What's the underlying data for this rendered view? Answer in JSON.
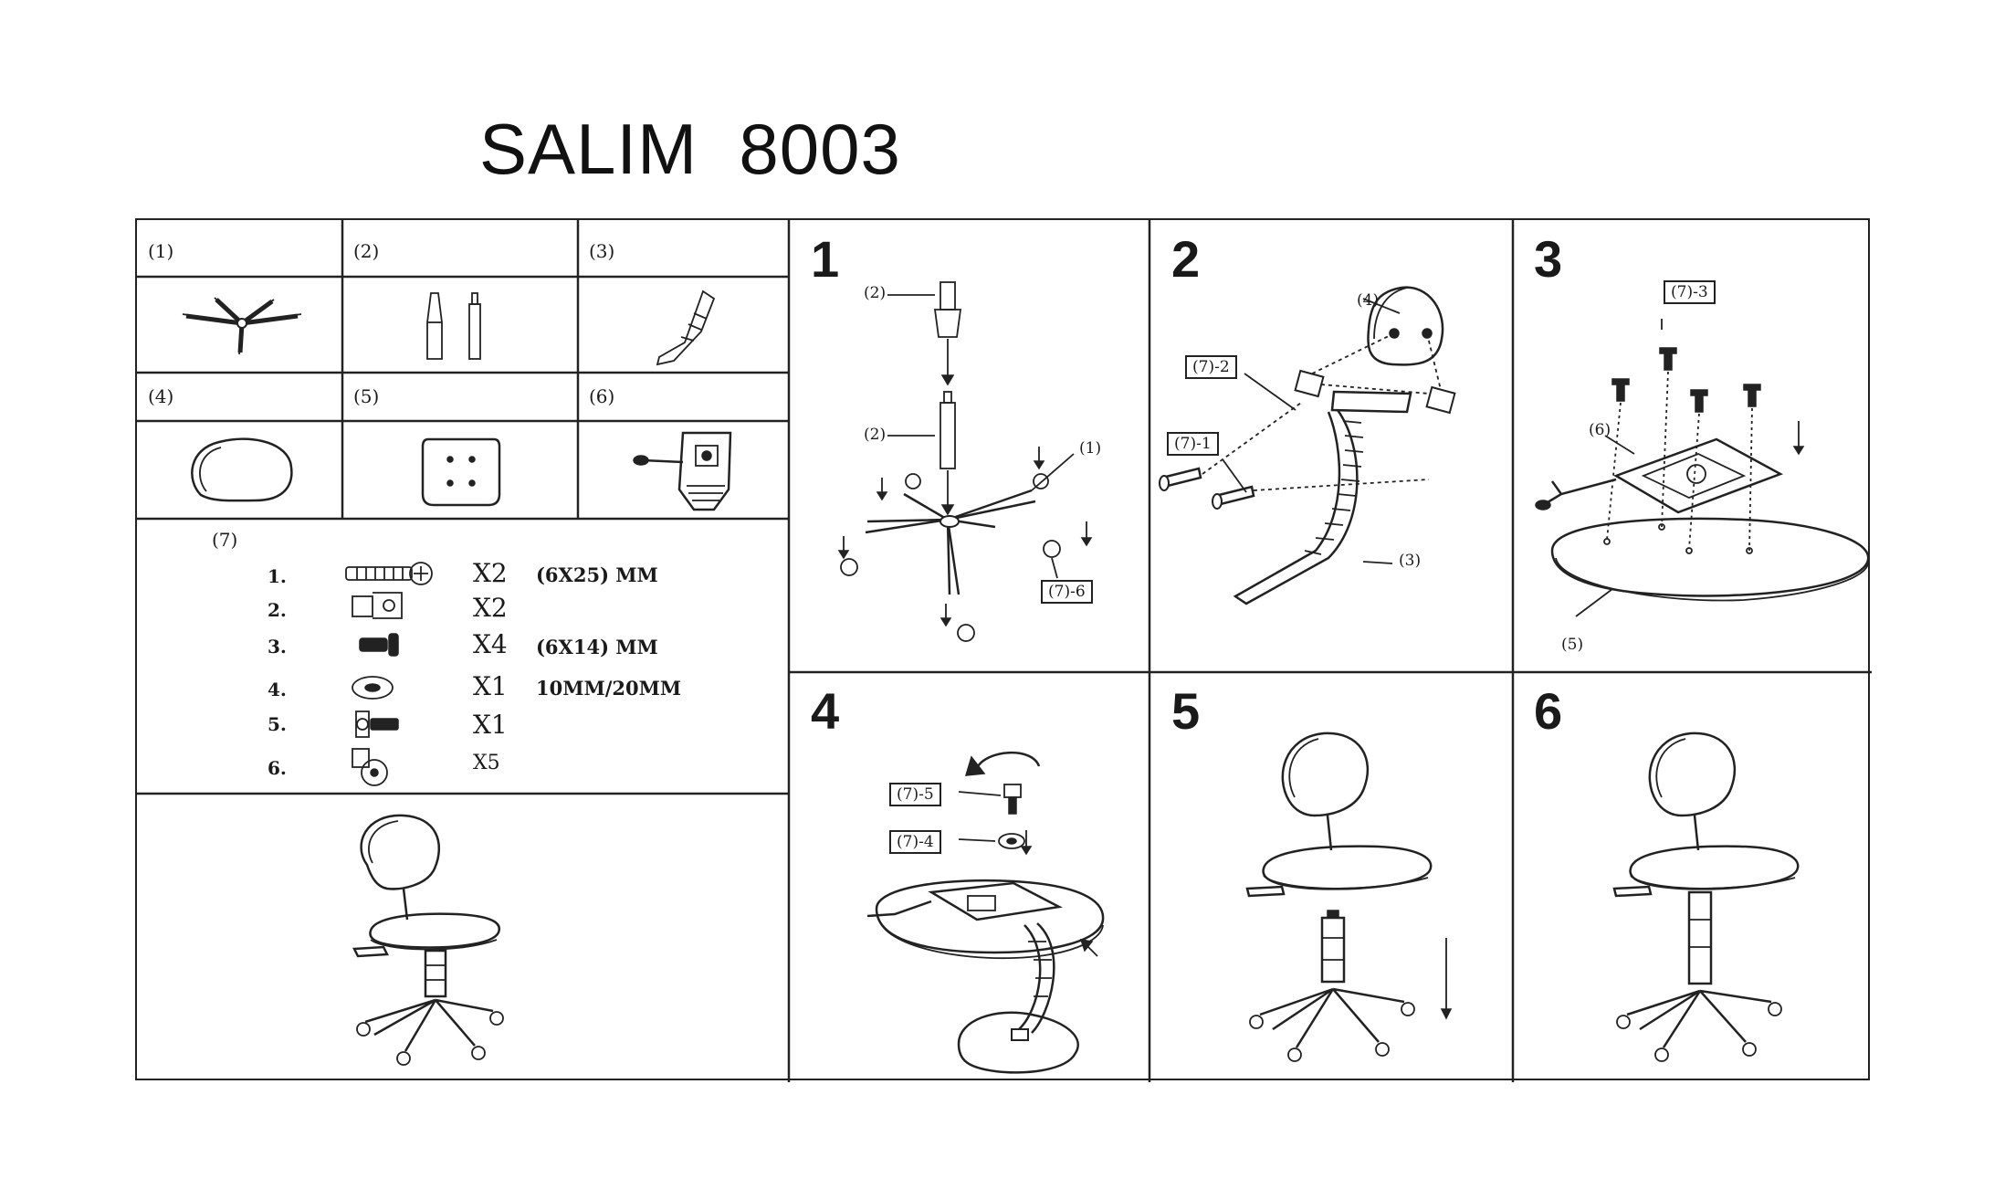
{
  "title": "SALIM  8003",
  "parts": {
    "p1": "(1)",
    "p2": "(2)",
    "p3": "(3)",
    "p4": "(4)",
    "p5": "(5)",
    "p6": "(6)",
    "p7": "(7)"
  },
  "hardware": [
    {
      "num": "1.",
      "qty": "X2",
      "size": "(6X25) MM",
      "icon": "long-screw-icon"
    },
    {
      "num": "2.",
      "qty": "X2",
      "size": "",
      "icon": "bracket-icon"
    },
    {
      "num": "3.",
      "qty": "X4",
      "size": "(6X14) MM",
      "icon": "short-screw-icon"
    },
    {
      "num": "4.",
      "qty": "X1",
      "size": "10MM/20MM",
      "icon": "washer-icon"
    },
    {
      "num": "5.",
      "qty": "X1",
      "size": "",
      "icon": "knob-icon"
    },
    {
      "num": "6.",
      "qty": "X5",
      "size": "",
      "icon": "caster-icon"
    }
  ],
  "steps": {
    "s1": "1",
    "s2": "2",
    "s3": "3",
    "s4": "4",
    "s5": "5",
    "s6": "6"
  },
  "callouts": {
    "s1_gas_top": "(2)",
    "s1_gas_bottom": "(2)",
    "s1_base": "(1)",
    "s1_caster": "(7)-6",
    "s2_back": "(4)",
    "s2_bracket": "(7)-2",
    "s2_screw": "(7)-1",
    "s2_bar": "(3)",
    "s3_screw": "(7)-3",
    "s3_mech": "(6)",
    "s3_seat": "(5)",
    "s4_knob": "(7)-5",
    "s4_washer": "(7)-4"
  }
}
